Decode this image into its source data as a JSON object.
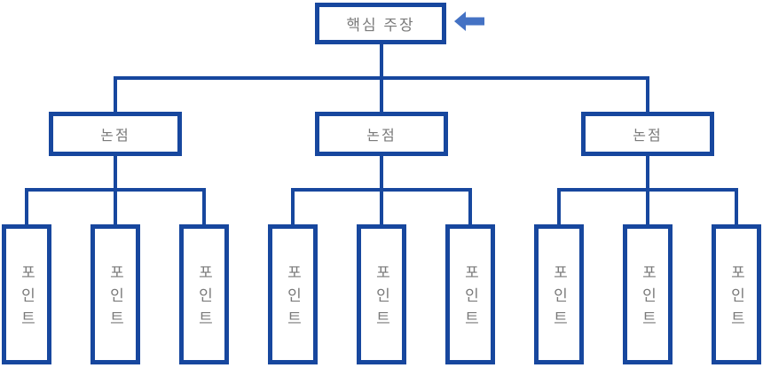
{
  "diagram": {
    "root": {
      "label": "핵심 주장"
    },
    "branches": [
      {
        "label": "논점",
        "children": [
          {
            "label": "포인트"
          },
          {
            "label": "포인트"
          },
          {
            "label": "포인트"
          }
        ]
      },
      {
        "label": "논점",
        "children": [
          {
            "label": "포인트"
          },
          {
            "label": "포인트"
          },
          {
            "label": "포인트"
          }
        ]
      },
      {
        "label": "논점",
        "children": [
          {
            "label": "포인트"
          },
          {
            "label": "포인트"
          },
          {
            "label": "포인트"
          }
        ]
      }
    ],
    "icons": {
      "arrow": "left-block-arrow"
    },
    "colors": {
      "line": "#17479E",
      "arrow": "#4472C4",
      "text": "#7A7A7A",
      "background": "#FFFFFF"
    }
  }
}
